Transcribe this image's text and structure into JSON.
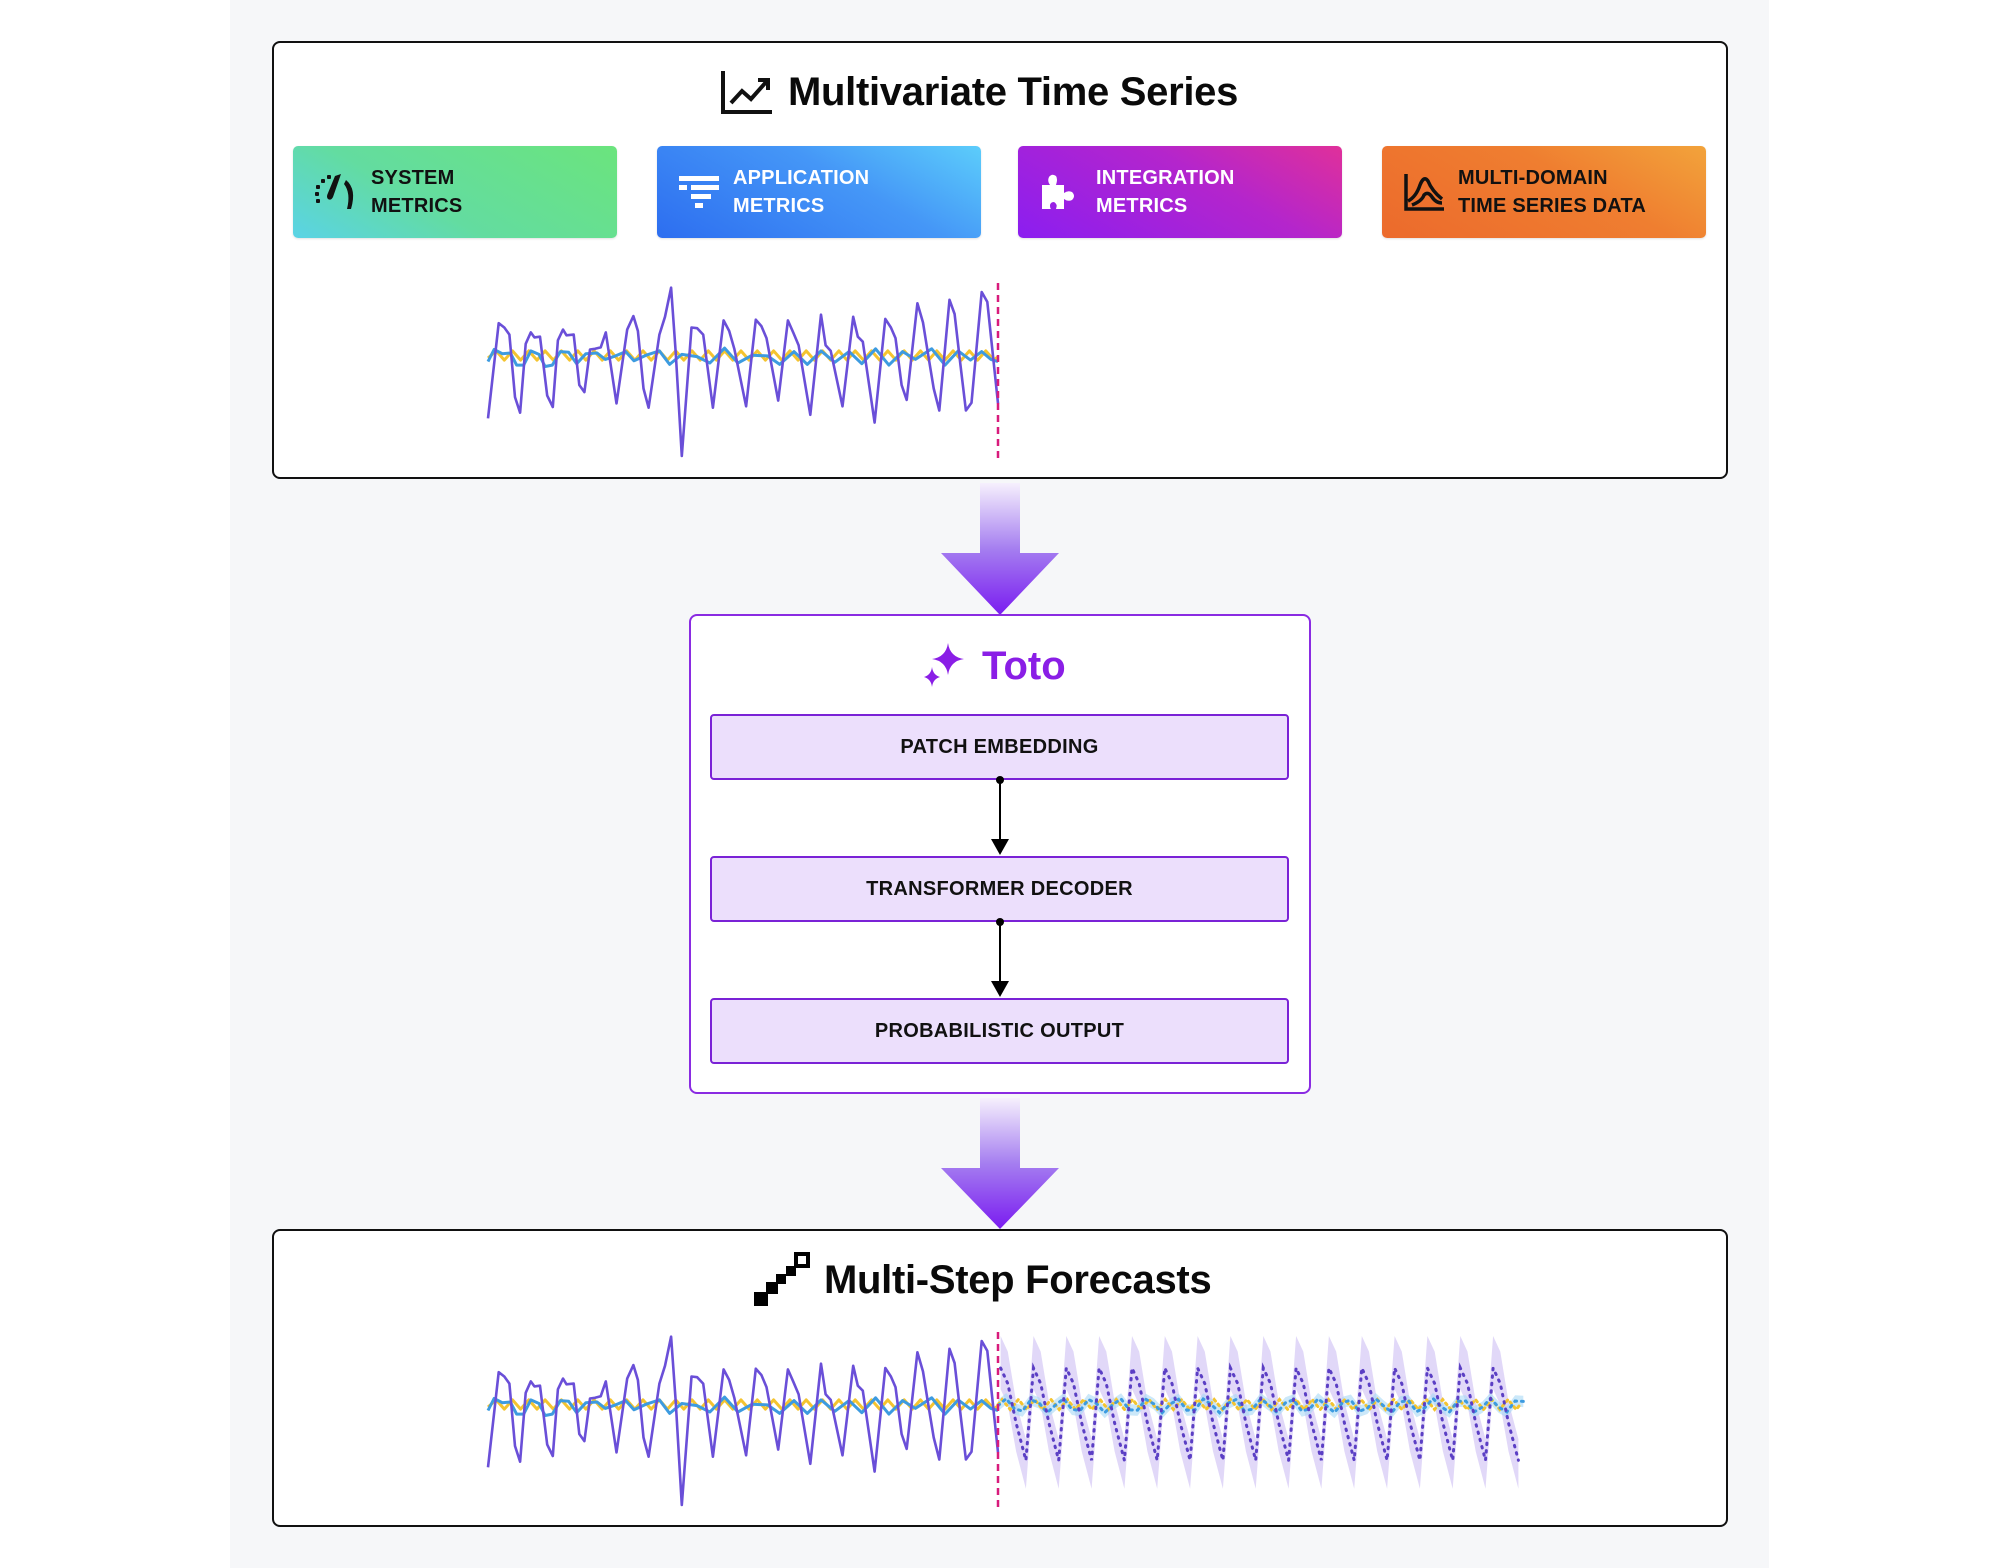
{
  "colors": {
    "page_panel": "#f6f7f9",
    "toto_accent": "#8a1ee6",
    "stage_fill": "#ecdffc",
    "stage_border": "#7a22d6",
    "arrow_top": "#efe6fb",
    "arrow_bottom": "#7a1cf0",
    "forecast_divider": "#d81b7c"
  },
  "input_section": {
    "title": "Multivariate Time Series",
    "icon": "line-chart-trend-icon",
    "cards": [
      {
        "id": "system",
        "line1": "SYSTEM",
        "line2": "METRICS",
        "icon": "speedometer-gauge-icon"
      },
      {
        "id": "app",
        "line1": "APPLICATION",
        "line2": "METRICS",
        "icon": "filter-funnel-lines-icon"
      },
      {
        "id": "integ",
        "line1": "INTEGRATION",
        "line2": "METRICS",
        "icon": "puzzle-piece-icon"
      },
      {
        "id": "multi",
        "line1": "MULTI-DOMAIN",
        "line2": "TIME SERIES DATA",
        "icon": "distribution-curve-icon"
      }
    ]
  },
  "model": {
    "title": "Toto",
    "icon": "sparkles-icon",
    "stages": [
      "PATCH EMBEDDING",
      "TRANSFORMER DECODER",
      "PROBABILISTIC OUTPUT"
    ]
  },
  "output_section": {
    "title": "Multi-Step Forecasts",
    "icon": "step-blocks-icon"
  },
  "chart_data": [
    {
      "type": "line",
      "title": "",
      "xlabel": "",
      "ylabel": "",
      "x_range": [
        0,
        100
      ],
      "y_range": [
        -1.5,
        1.1
      ],
      "grid": false,
      "legend": "none",
      "context_end": 100,
      "series": [
        {
          "name": "purple-series",
          "color": "#6a4fd8",
          "points": [
            [
              0,
              -0.85
            ],
            [
              2.1,
              0.49
            ],
            [
              3.2,
              0.43
            ],
            [
              4.2,
              0.33
            ],
            [
              5.3,
              -0.55
            ],
            [
              6.3,
              -0.77
            ],
            [
              7.4,
              0.2
            ],
            [
              8.4,
              0.36
            ],
            [
              9.1,
              0.29
            ],
            [
              10.2,
              0.3
            ],
            [
              11.6,
              -0.53
            ],
            [
              12.7,
              -0.69
            ],
            [
              13.7,
              0.25
            ],
            [
              14.7,
              0.4
            ],
            [
              15.4,
              0.32
            ],
            [
              16.8,
              0.33
            ],
            [
              17.9,
              -0.38
            ],
            [
              18.9,
              -0.48
            ],
            [
              20,
              0.12
            ],
            [
              21,
              0.13
            ],
            [
              22.1,
              0.15
            ],
            [
              23.1,
              0.36
            ],
            [
              25.2,
              -0.64
            ],
            [
              27.3,
              0.4
            ],
            [
              28.5,
              0.59
            ],
            [
              29.4,
              0.38
            ],
            [
              30.5,
              -0.43
            ],
            [
              31.5,
              -0.7
            ],
            [
              33.6,
              0.33
            ],
            [
              34.7,
              0.58
            ],
            [
              35.9,
              0.99
            ],
            [
              36.8,
              0.08
            ],
            [
              38,
              -1.38
            ],
            [
              39.9,
              0.43
            ],
            [
              41,
              0.42
            ],
            [
              42.2,
              0.33
            ],
            [
              44.1,
              -0.7
            ],
            [
              46.2,
              0.53
            ],
            [
              47.3,
              0.38
            ],
            [
              48.3,
              0.13
            ],
            [
              50.6,
              -0.68
            ],
            [
              52.5,
              0.54
            ],
            [
              53.6,
              0.45
            ],
            [
              54.6,
              0.28
            ],
            [
              56.9,
              -0.6
            ],
            [
              58.8,
              0.53
            ],
            [
              59.9,
              0.35
            ],
            [
              60.9,
              0.18
            ],
            [
              63.2,
              -0.8
            ],
            [
              65.3,
              0.61
            ],
            [
              66.2,
              0.18
            ],
            [
              67.2,
              0.1
            ],
            [
              69.5,
              -0.68
            ],
            [
              71.6,
              0.58
            ],
            [
              72.5,
              0.3
            ],
            [
              73.5,
              0.23
            ],
            [
              75.8,
              -0.91
            ],
            [
              77.9,
              0.55
            ],
            [
              79,
              0.43
            ],
            [
              79.9,
              0.28
            ],
            [
              81.1,
              -0.38
            ],
            [
              82.1,
              -0.59
            ],
            [
              84.2,
              0.77
            ],
            [
              85.3,
              0.5
            ],
            [
              86.3,
              0.05
            ],
            [
              87.4,
              -0.43
            ],
            [
              88.5,
              -0.74
            ],
            [
              90.5,
              0.82
            ],
            [
              91.5,
              0.62
            ],
            [
              92.6,
              -0.08
            ],
            [
              93.7,
              -0.74
            ],
            [
              94.8,
              -0.63
            ],
            [
              96.8,
              0.93
            ],
            [
              97.9,
              0.79
            ],
            [
              100,
              -0.64
            ]
          ]
        },
        {
          "name": "blue-series",
          "color": "#3d9be0",
          "points": [
            [
              0,
              -0.05
            ],
            [
              1.2,
              0.12
            ],
            [
              2.8,
              0.06
            ],
            [
              4.4,
              0.07
            ],
            [
              5.6,
              -0.1
            ],
            [
              7,
              -0.1
            ],
            [
              8.4,
              0.1
            ],
            [
              10,
              0.05
            ],
            [
              11.2,
              -0.12
            ],
            [
              12.6,
              -0.1
            ],
            [
              14.2,
              0.09
            ],
            [
              15.8,
              0.08
            ],
            [
              17.4,
              -0.08
            ],
            [
              19.2,
              0.06
            ],
            [
              21.4,
              0.07
            ],
            [
              23,
              -0.02
            ],
            [
              25,
              0.03
            ],
            [
              27,
              0.09
            ],
            [
              28.6,
              -0.04
            ],
            [
              31,
              0.04
            ],
            [
              33.6,
              0.1
            ],
            [
              35.6,
              -0.09
            ],
            [
              38,
              0.05
            ],
            [
              41,
              0.02
            ],
            [
              43.5,
              -0.07
            ],
            [
              46.4,
              0.14
            ],
            [
              49,
              -0.07
            ],
            [
              51.8,
              0.04
            ],
            [
              54.8,
              0.03
            ],
            [
              57.2,
              -0.09
            ],
            [
              60,
              0.09
            ],
            [
              62.6,
              -0.09
            ],
            [
              65.3,
              0.1
            ],
            [
              68,
              -0.06
            ],
            [
              70.8,
              0.09
            ],
            [
              73.3,
              -0.08
            ],
            [
              76,
              0.13
            ],
            [
              78.6,
              -0.1
            ],
            [
              81.3,
              0.09
            ],
            [
              83.8,
              -0.02
            ],
            [
              87,
              0.13
            ],
            [
              89.6,
              -0.1
            ],
            [
              92.2,
              0.1
            ],
            [
              94.6,
              -0.03
            ],
            [
              96.8,
              0.09
            ],
            [
              98.6,
              -0.02
            ],
            [
              100,
              -0.05
            ]
          ]
        },
        {
          "name": "yellow-series",
          "color": "#f4c430",
          "points": [
            [
              0,
              0.0
            ],
            [
              1.6,
              0.1
            ],
            [
              3.2,
              -0.03
            ],
            [
              4.8,
              0.1
            ],
            [
              6.4,
              -0.03
            ],
            [
              8,
              0.1
            ],
            [
              9.6,
              -0.03
            ],
            [
              11.2,
              0.1
            ],
            [
              12.8,
              -0.03
            ],
            [
              14.4,
              0.1
            ],
            [
              16,
              -0.03
            ],
            [
              17.6,
              0.1
            ],
            [
              19.2,
              -0.03
            ],
            [
              20.8,
              0.1
            ],
            [
              22.4,
              -0.03
            ],
            [
              24,
              0.1
            ],
            [
              25.6,
              -0.03
            ],
            [
              27.2,
              0.1
            ],
            [
              28.8,
              -0.03
            ],
            [
              30.4,
              0.1
            ],
            [
              32,
              -0.03
            ],
            [
              33.6,
              0.1
            ],
            [
              35.2,
              -0.03
            ],
            [
              36.8,
              0.1
            ],
            [
              38.4,
              -0.03
            ],
            [
              40,
              0.1
            ],
            [
              41.6,
              -0.03
            ],
            [
              43.2,
              0.1
            ],
            [
              44.8,
              -0.03
            ],
            [
              46.4,
              0.1
            ],
            [
              48,
              -0.03
            ],
            [
              49.6,
              0.1
            ],
            [
              51.2,
              -0.03
            ],
            [
              52.8,
              0.1
            ],
            [
              54.4,
              -0.03
            ],
            [
              56,
              0.1
            ],
            [
              57.6,
              -0.03
            ],
            [
              59.2,
              0.1
            ],
            [
              60.8,
              -0.03
            ],
            [
              62.4,
              0.1
            ],
            [
              64,
              -0.03
            ],
            [
              65.6,
              0.1
            ],
            [
              67.2,
              -0.03
            ],
            [
              68.8,
              0.1
            ],
            [
              70.4,
              -0.03
            ],
            [
              72,
              0.1
            ],
            [
              73.6,
              -0.03
            ],
            [
              75.2,
              0.1
            ],
            [
              76.8,
              -0.03
            ],
            [
              78.4,
              0.1
            ],
            [
              80,
              -0.03
            ],
            [
              81.6,
              0.1
            ],
            [
              83.2,
              -0.03
            ],
            [
              84.8,
              0.1
            ],
            [
              86.4,
              -0.03
            ],
            [
              88,
              0.1
            ],
            [
              89.6,
              -0.03
            ],
            [
              91.2,
              0.1
            ],
            [
              92.8,
              -0.03
            ],
            [
              94.4,
              0.1
            ],
            [
              96,
              -0.03
            ],
            [
              97.6,
              0.1
            ],
            [
              99.2,
              -0.03
            ],
            [
              100,
              0.02
            ]
          ]
        }
      ]
    },
    {
      "type": "line",
      "title": "",
      "xlabel": "",
      "ylabel": "",
      "x_range": [
        0,
        203
      ],
      "y_range": [
        -1.5,
        1.1
      ],
      "grid": false,
      "legend": "none",
      "context_end": 100,
      "history_same_as_input": true,
      "forecast": {
        "start": 100,
        "end": 203,
        "cycles": 16,
        "purple": {
          "style": "dotted",
          "band_color": "#c9b8f3",
          "peak": 0.55,
          "trough": -0.75,
          "band_half_width": 0.3
        },
        "blue": {
          "style": "dotted",
          "band_color": "#a9d8f5",
          "amplitude": 0.1,
          "band_half_width": 0.08
        },
        "yellow": {
          "style": "dotted",
          "amplitude": 0.07
        }
      }
    }
  ]
}
